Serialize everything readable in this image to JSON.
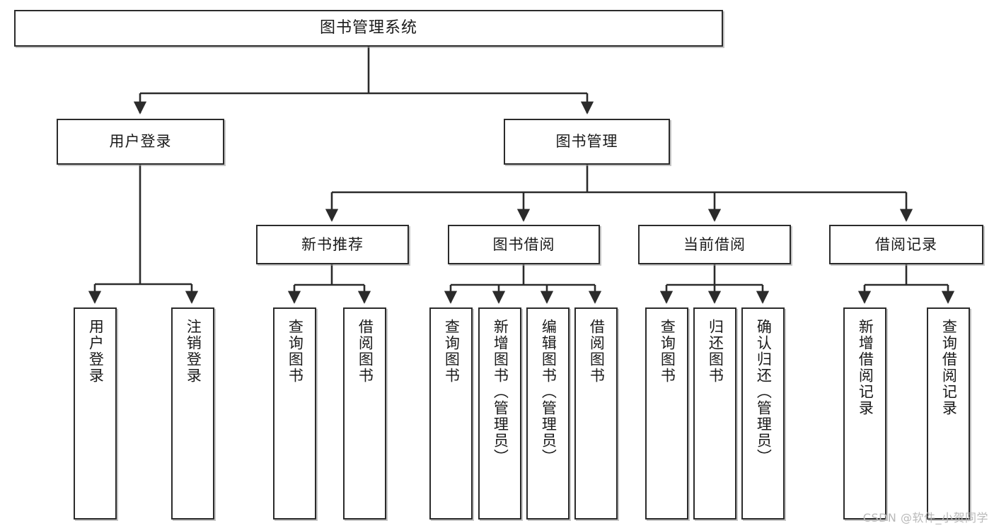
{
  "diagram": {
    "title": "图书管理系统",
    "type": "tree",
    "root": {
      "label": "图书管理系统"
    },
    "level2": [
      {
        "label": "用户登录"
      },
      {
        "label": "图书管理"
      }
    ],
    "level3": [
      {
        "label": "新书推荐"
      },
      {
        "label": "图书借阅"
      },
      {
        "label": "当前借阅"
      },
      {
        "label": "借阅记录"
      }
    ],
    "leaves": {
      "user_login": [
        {
          "label": "用户登录"
        },
        {
          "label": "注销登录"
        }
      ],
      "new_book_recommend": [
        {
          "label": "查询图书"
        },
        {
          "label": "借阅图书"
        }
      ],
      "book_borrow": [
        {
          "label": "查询图书"
        },
        {
          "label": "新增图书（管理员）"
        },
        {
          "label": "编辑图书（管理员）"
        },
        {
          "label": "借阅图书"
        }
      ],
      "current_borrow": [
        {
          "label": "查询图书"
        },
        {
          "label": "归还图书"
        },
        {
          "label": "确认归还（管理员）"
        }
      ],
      "borrow_record": [
        {
          "label": "新增借阅记录"
        },
        {
          "label": "查询借阅记录"
        }
      ]
    }
  },
  "watermark": {
    "text": "CSDN @软件_小贺同学"
  },
  "colors": {
    "border": "#2b2b2b",
    "text": "#1a1a1a",
    "background": "#ffffff",
    "line": "#2b2b2b",
    "watermark": "#b9b9b9"
  }
}
